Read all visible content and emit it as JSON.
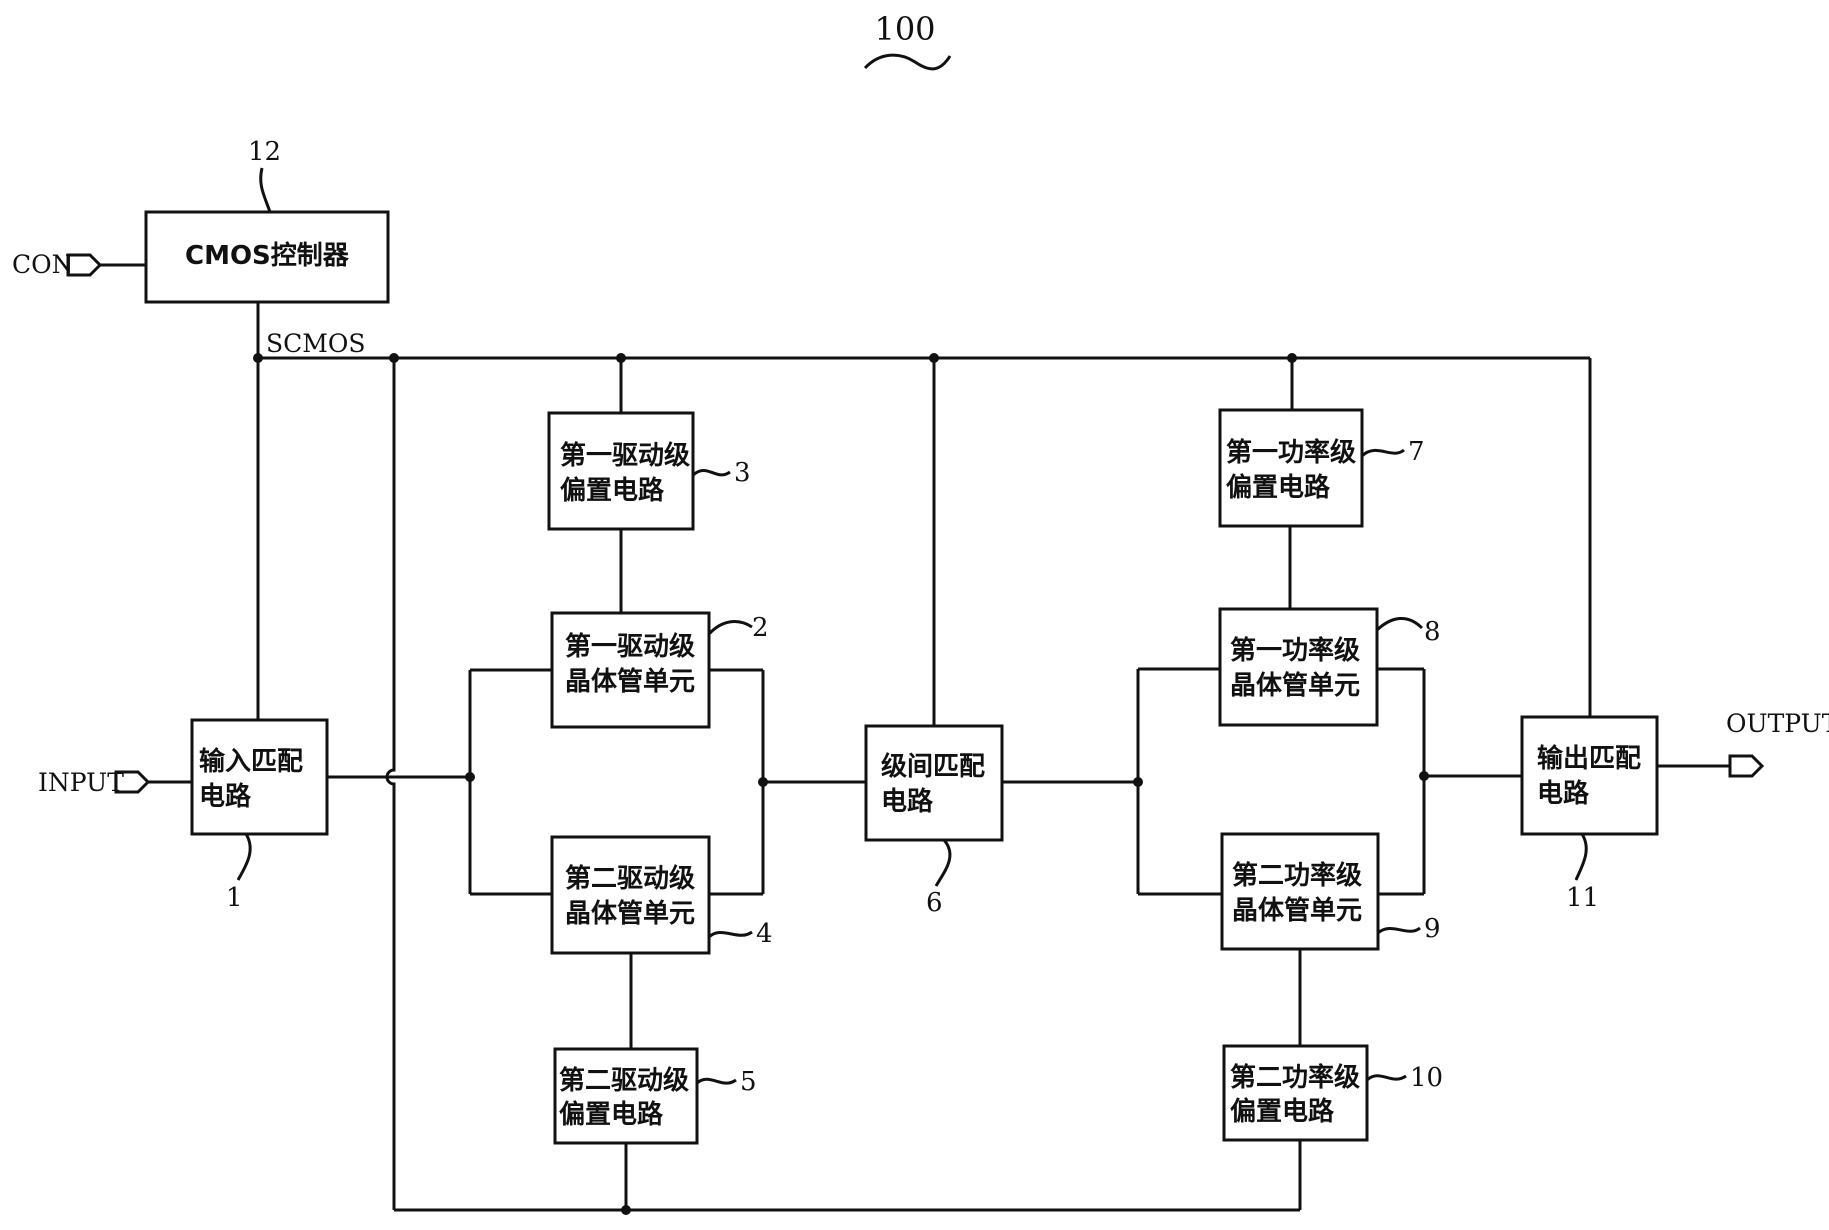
{
  "figure": {
    "number": "100"
  },
  "signals": {
    "con": "CON",
    "scmos": "SCMOS",
    "input": "INPUT",
    "output": "OUTPUT"
  },
  "blocks": {
    "cmos_controller": {
      "text": "CMOS控制器",
      "ref": "12"
    },
    "input_match": {
      "line1": "输入匹配",
      "line2": "电路",
      "ref": "1"
    },
    "drive1_bias": {
      "line1": "第一驱动级",
      "line2": "偏置电路",
      "ref": "3"
    },
    "drive1_transistor": {
      "line1": "第一驱动级",
      "line2": "晶体管单元",
      "ref": "2"
    },
    "drive2_transistor": {
      "line1": "第二驱动级",
      "line2": "晶体管单元",
      "ref": "4"
    },
    "drive2_bias": {
      "line1": "第二驱动级",
      "line2": "偏置电路",
      "ref": "5"
    },
    "interstage_match": {
      "line1": "级间匹配",
      "line2": "电路",
      "ref": "6"
    },
    "power1_bias": {
      "line1": "第一功率级",
      "line2": "偏置电路",
      "ref": "7"
    },
    "power1_transistor": {
      "line1": "第一功率级",
      "line2": "晶体管单元",
      "ref": "8"
    },
    "power2_transistor": {
      "line1": "第二功率级",
      "line2": "晶体管单元",
      "ref": "9"
    },
    "power2_bias": {
      "line1": "第二功率级",
      "line2": "偏置电路",
      "ref": "10"
    },
    "output_match": {
      "line1": "输出匹配",
      "line2": "电路",
      "ref": "11"
    }
  }
}
